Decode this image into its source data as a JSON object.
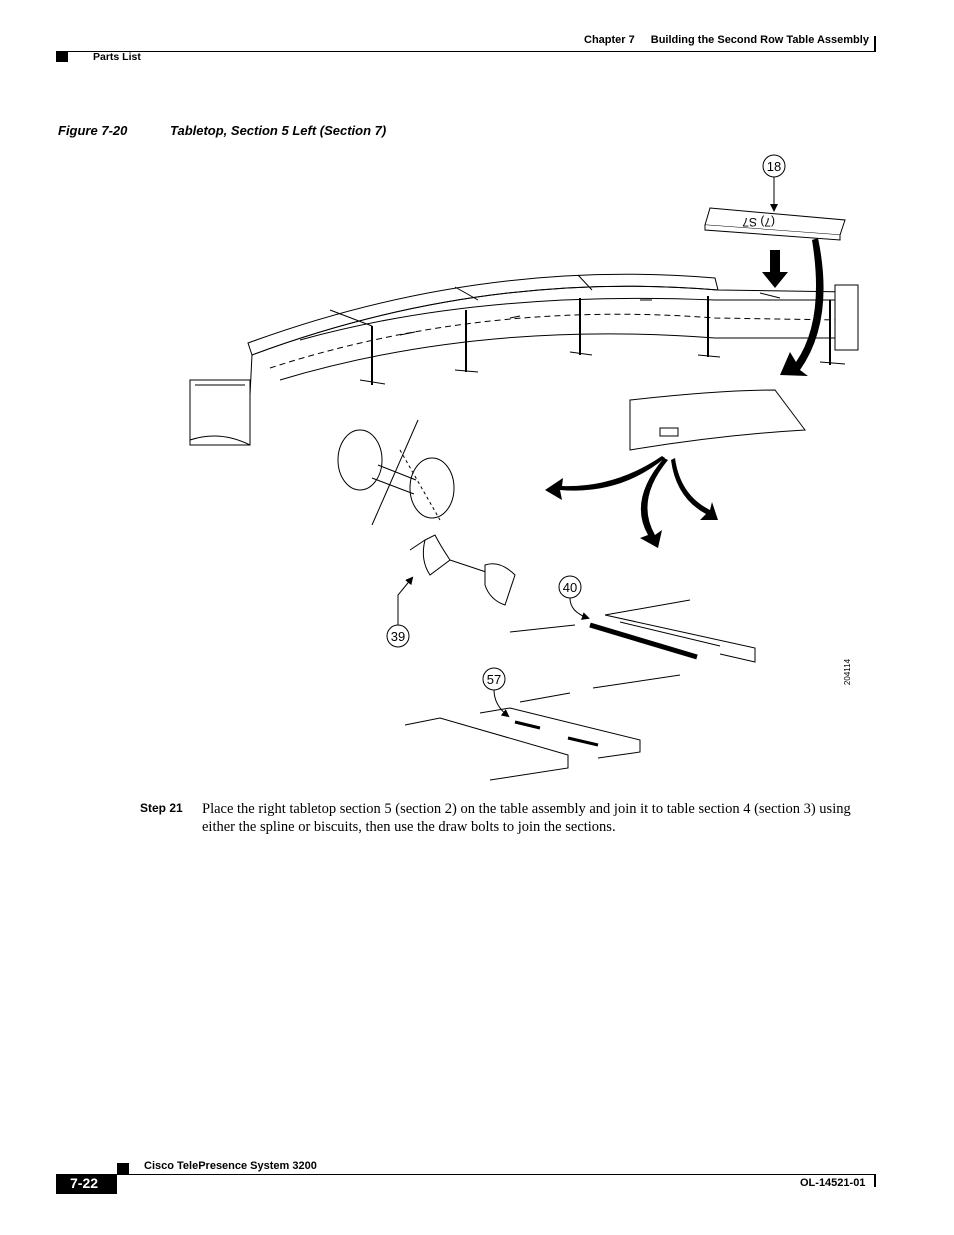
{
  "header": {
    "chapter": "Chapter 7",
    "chapter_title": "Building the Second Row Table Assembly",
    "section": "Parts List"
  },
  "figure": {
    "number": "Figure 7-20",
    "title": "Tabletop, Section 5 Left (Section 7)",
    "callouts": [
      "18",
      "40",
      "39",
      "57"
    ],
    "part_label": "(7) S7",
    "art_id": "204114"
  },
  "step": {
    "label": "Step 21",
    "text": "Place the right tabletop section 5 (section 2) on the table assembly and join it to table section 4 (section 3) using either the spline or biscuits, then use the draw bolts to join the sections."
  },
  "footer": {
    "page_number": "7-22",
    "product_title": "Cisco TelePresence System 3200",
    "doc_number": "OL-14521-01"
  }
}
